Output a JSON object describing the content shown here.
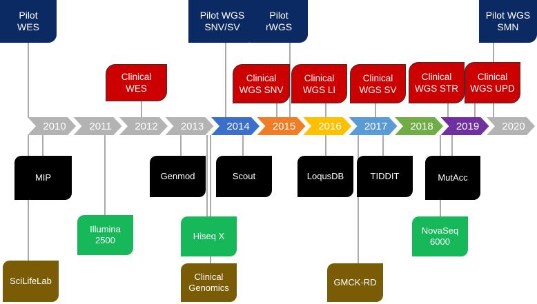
{
  "years": [
    {
      "label": "2010",
      "color": "#b3b3b3"
    },
    {
      "label": "2011",
      "color": "#b3b3b3"
    },
    {
      "label": "2012",
      "color": "#b3b3b3"
    },
    {
      "label": "2013",
      "color": "#b3b3b3"
    },
    {
      "label": "2014",
      "color": "#3b6fc9"
    },
    {
      "label": "2015",
      "color": "#f07c25"
    },
    {
      "label": "2016",
      "color": "#ffc000"
    },
    {
      "label": "2017",
      "color": "#5b9bd5"
    },
    {
      "label": "2018",
      "color": "#70ad47"
    },
    {
      "label": "2019",
      "color": "#7030a0"
    },
    {
      "label": "2020",
      "color": "#b3b3b3"
    }
  ],
  "events": {
    "pilot_wes": "Pilot\nWES",
    "pilot_wgs_snv_sv": "Pilot WGS\nSNV/SV",
    "pilot_rwgs": "Pilot\nrWGS",
    "pilot_wgs_smn": "Pilot WGS\nSMN",
    "clinical_wes": "Clinical\nWES",
    "clinical_wgs_snv": "Clinical\nWGS SNV",
    "clinical_wgs_li": "Clinical\nWGS LI",
    "clinical_wgs_sv": "Clinical\nWGS SV",
    "clinical_wgs_str": "Clinical\nWGS STR",
    "clinical_wgs_upd": "Clinical\nWGS UPD"
  },
  "tools": {
    "mip": "MIP",
    "genmod": "Genmod",
    "scout": "Scout",
    "loqusdb": "LoqusDB",
    "tiddit": "TIDDIT",
    "mutacc": "MutAcc"
  },
  "platforms": {
    "illumina_2500": "Illumina\n2500",
    "hiseq_x": "Hiseq X",
    "novaseq_6000": "NovaSeq\n6000"
  },
  "organizations": {
    "scilifelab": "SciLifeLab",
    "clinical_genomics": "Clinical\nGenomics",
    "gmck_rd": "GMCK-RD"
  }
}
